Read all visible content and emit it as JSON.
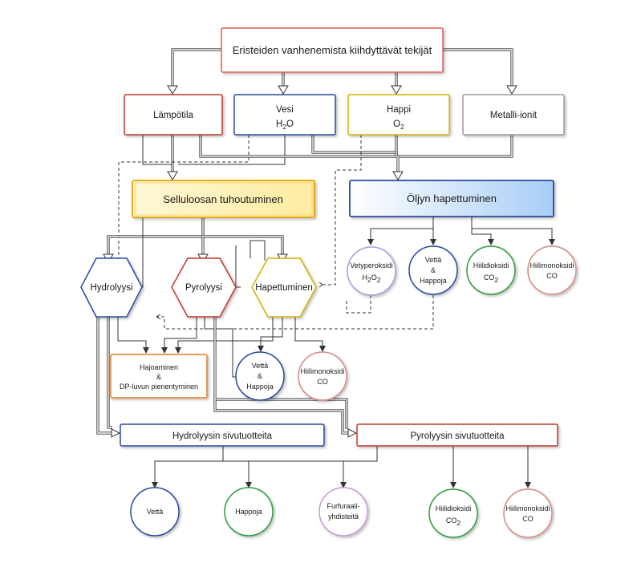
{
  "colors": {
    "red": "#c0392b",
    "blue": "#2c4a9e",
    "yellow": "#d4b106",
    "gray": "#9a9a9a",
    "orange": "#e67e22",
    "green": "#2e9b3a",
    "pink": "#d48a86",
    "lilac": "#a79bdc",
    "purple": "#c79ad6"
  },
  "nodes": {
    "top": {
      "label": "Eristeiden vanhenemista kiihdyttävät tekijät"
    },
    "lampotila": {
      "label": "Lämpötila"
    },
    "vesi": {
      "label": "Vesi",
      "formula_base": "H",
      "formula_sub": "2",
      "formula_tail": "O"
    },
    "happi": {
      "label": "Happi",
      "formula_base": "O",
      "formula_sub": "2"
    },
    "metalli": {
      "label": "Metalli-ionit"
    },
    "selluloosa": {
      "label": "Selluloosan tuhoutuminen"
    },
    "oljy": {
      "label": "Öljyn hapettuminen"
    },
    "hydrolyysi": {
      "label": "Hydrolyysi"
    },
    "pyrolyysi": {
      "label": "Pyrolyysi"
    },
    "hapettuminen": {
      "label": "Hapettuminen"
    },
    "vetyperoksidi": {
      "line1": "Vetyperoksidi",
      "formula_h": "H",
      "formula_s1": "2",
      "formula_o": "O",
      "formula_s2": "2"
    },
    "oljy_vetta": {
      "line1": "Vettä",
      "line2": "&",
      "line3": "Happoja"
    },
    "oljy_hiilidioksidi": {
      "line1": "Hiilidioksidi",
      "formula_base": "CO",
      "formula_sub": "2"
    },
    "oljy_hiilimonoksidi": {
      "line1": "Hiilimonoksidi",
      "line2": "CO"
    },
    "hajoaminen": {
      "line1": "Hajoaminen",
      "line2": "&",
      "line3": "DP-luvun pienentyminen"
    },
    "hap_vetta": {
      "line1": "Vettä",
      "line2": "&",
      "line3": "Happoja"
    },
    "hap_hiilimonoksidi": {
      "line1": "Hiilimonoksidi",
      "line2": "CO"
    },
    "hydro_sivu": {
      "label": "Hydrolyysin sivutuotteita"
    },
    "pyro_sivu": {
      "label": "Pyrolyysin sivutuotteita"
    },
    "vetta": {
      "label": "Vettä"
    },
    "happoja": {
      "label": "Happoja"
    },
    "furfuraali": {
      "line1": "Furfuraali-",
      "line2": "yhdisteitä"
    },
    "hiilidioksidi": {
      "line1": "Hiilidioksidi",
      "formula_base": "CO",
      "formula_sub": "2"
    },
    "hiilimonoksidi": {
      "line1": "Hiilimonoksidi",
      "line2": "CO"
    }
  }
}
